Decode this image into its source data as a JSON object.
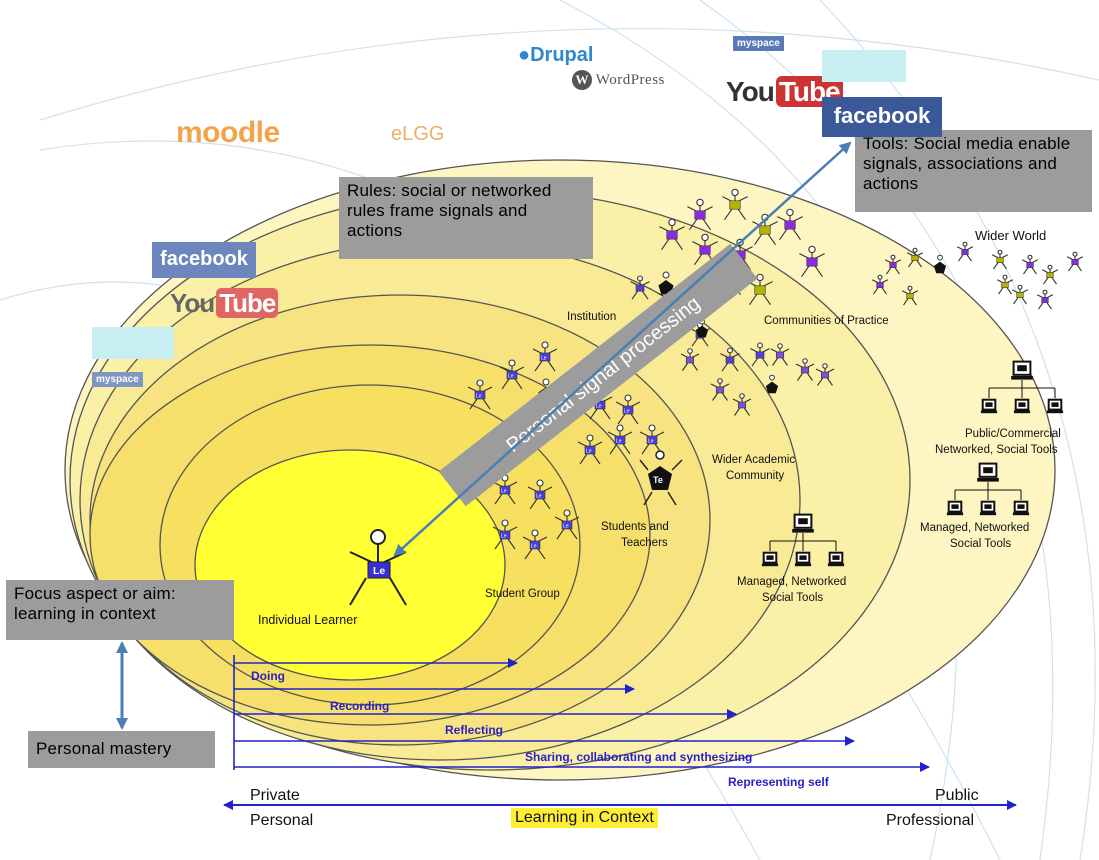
{
  "boxes": {
    "rules": "Rules: social or networked rules frame signals and actions",
    "tools": "Tools: Social media enable signals, associations and actions",
    "focus": "Focus aspect or aim: learning in context",
    "mastery": "Personal mastery"
  },
  "processing_band": "Personal signal processing",
  "ring_labels": {
    "individual": "Individual Learner",
    "student_group": "Student Group",
    "students_teachers": "Students and Teachers",
    "wider_academic": "Wider Academic Community",
    "institution": "Institution",
    "communities": "Communities of Practice",
    "wider_world": "Wider World"
  },
  "tool_labels": {
    "managed_inner": "Managed, Networked Social Tools",
    "public_commercial": "Public/Commercial Networked, Social Tools",
    "managed_outer": "Managed, Networked Social Tools"
  },
  "actor_tags": {
    "learner": "Le",
    "teacher": "Te"
  },
  "activities": [
    "Doing",
    "Recording",
    "Reflecting",
    "Sharing, collaborating and synthesizing",
    "Representing self"
  ],
  "axis": {
    "left_top": "Private",
    "left_bottom": "Personal",
    "center": "Learning in Context",
    "right_top": "Public",
    "right_bottom": "Professional"
  },
  "logos": {
    "moodle": "moodle",
    "elgg": "eLGG",
    "drupal": "Drupal",
    "wordpress": "WordPress",
    "myspace": "myspace",
    "youtube_you": "You",
    "youtube_tube": "Tube",
    "facebook": "facebook"
  },
  "colors": {
    "ring_fill": "#fdf6c2",
    "learner_fill": "#ffff33",
    "arrow_blue": "#2222cc",
    "steel_arrow": "#4a7fb3",
    "box_gray": "#9c9c9c",
    "facebook_blue": "#3b5998",
    "youtube_red": "#cc3333",
    "purple": "#8a2be2",
    "olive": "#b3b300",
    "center_highlight": "#ffee33"
  }
}
